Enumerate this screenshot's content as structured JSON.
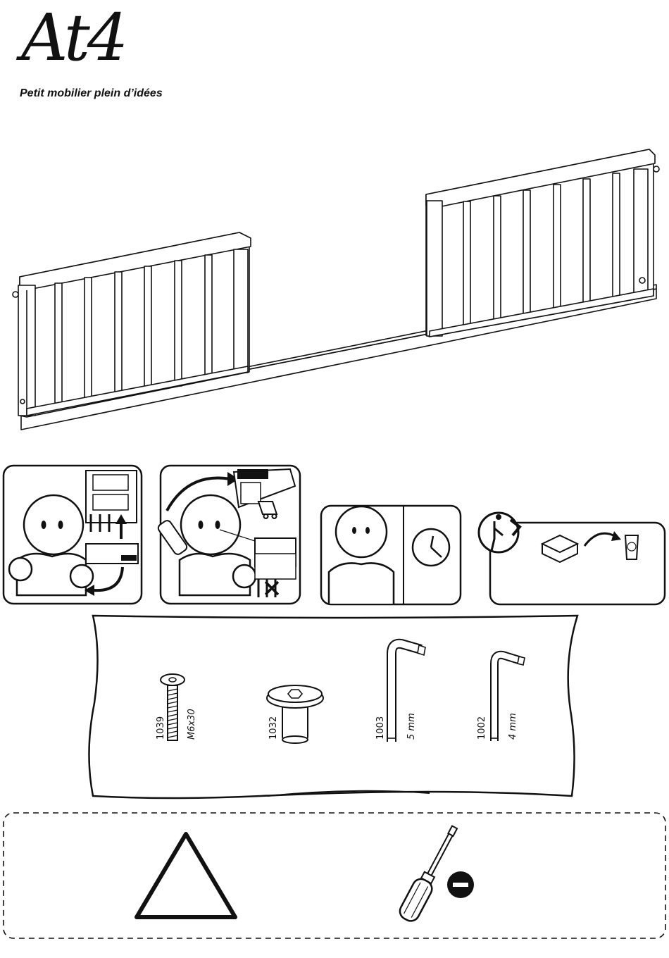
{
  "brand": {
    "logo_text": "At4",
    "tagline": "Petit mobilier plein d’idées"
  },
  "pictograms": [
    {
      "name": "read-instructions"
    },
    {
      "name": "contact-store"
    },
    {
      "name": "take-your-time"
    },
    {
      "name": "recycle-packaging"
    }
  ],
  "parts": [
    {
      "number": "1039",
      "spec": "M6x30",
      "icon": "bolt-icon"
    },
    {
      "number": "1032",
      "spec": "",
      "icon": "barrel-nut-icon"
    },
    {
      "number": "1003",
      "spec": "5 mm",
      "icon": "allen-key-icon"
    },
    {
      "number": "1002",
      "spec": "4 mm",
      "icon": "allen-key-icon"
    }
  ],
  "warnings": {
    "triangle_icon": "warning-triangle-icon",
    "tool_icon": "screwdriver-icon",
    "prohibited_icon": "no-entry-icon"
  }
}
